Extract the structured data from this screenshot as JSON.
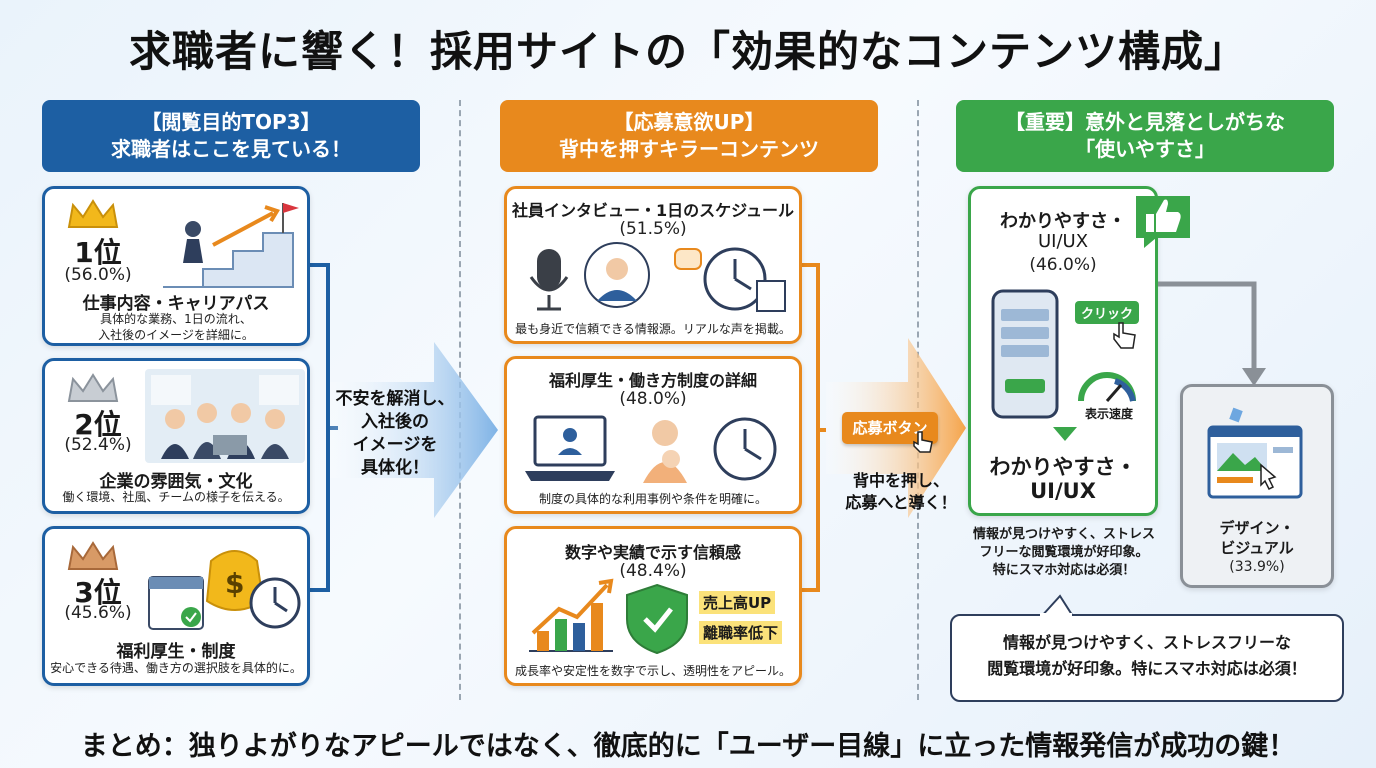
{
  "title": "求職者に響く！採用サイトの「効果的なコンテンツ構成」",
  "colors": {
    "blue": "#1d5fa3",
    "orange": "#e8891d",
    "green": "#3aa64a",
    "gray": "#8a9097"
  },
  "col1": {
    "header_line1": "【閲覧目的TOP3】",
    "header_line2": "求職者はここを見ている！",
    "items": [
      {
        "rank": "1位",
        "pct": "(56.0%)",
        "title": "仕事内容・キャリアパス",
        "desc1": "具体的な業務、1日の流れ、",
        "desc2": "入社後のイメージを詳細に。"
      },
      {
        "rank": "2位",
        "pct": "(52.4%)",
        "title": "企業の雰囲気・文化",
        "desc1": "働く環境、社風、チームの様子を伝える。",
        "desc2": ""
      },
      {
        "rank": "3位",
        "pct": "(45.6%)",
        "title": "福利厚生・制度",
        "desc1": "安心できる待遇、働き方の選択肢を具体的に。",
        "desc2": ""
      }
    ]
  },
  "arrow1": {
    "line1": "不安を解消し、",
    "line2": "入社後の",
    "line3": "イメージを",
    "line4": "具体化！"
  },
  "col2": {
    "header_line1": "【応募意欲UP】",
    "header_line2": "背中を押すキラーコンテンツ",
    "items": [
      {
        "title": "社員インタビュー・1日のスケジュール",
        "pct": "(51.5%)",
        "desc": "最も身近で信頼できる情報源。リアルな声を掲載。"
      },
      {
        "title": "福利厚生・働き方制度の詳細",
        "pct": "(48.0%)",
        "desc": "制度の具体的な利用事例や条件を明確に。"
      },
      {
        "title": "数字や実績で示す信頼感",
        "pct": "(48.4%)",
        "desc": "成長率や安定性を数字で示し、透明性をアピール。",
        "badge1": "売上高UP",
        "badge2": "離職率低下"
      }
    ]
  },
  "arrow2": {
    "button": "応募ボタン",
    "line1": "背中を押し、",
    "line2": "応募へと導く！"
  },
  "col3": {
    "header_line1": "【重要】意外と見落としがちな",
    "header_line2": "「使いやすさ」",
    "main_title1": "わかりやすさ・",
    "main_title2": "UI/UX",
    "main_pct": "(46.0%)",
    "click_label": "クリック",
    "speed_label": "表示速度",
    "big1": "わかりやすさ・",
    "big2": "UI/UX",
    "note1": "情報が見つけやすく、ストレス",
    "note2": "フリーな閲覧環境が好印象。",
    "note3": "特にスマホ対応は必須！",
    "design_title1": "デザイン・",
    "design_title2": "ビジュアル",
    "design_pct": "(33.9%)",
    "bubble1": "情報が見つけやすく、ストレスフリーな",
    "bubble2": "閲覧環境が好印象。特にスマホ対応は必須！"
  },
  "summary": "まとめ：独りよがりなアピールではなく、徹底的に「ユーザー目線」に立った情報発信が成功の鍵！"
}
